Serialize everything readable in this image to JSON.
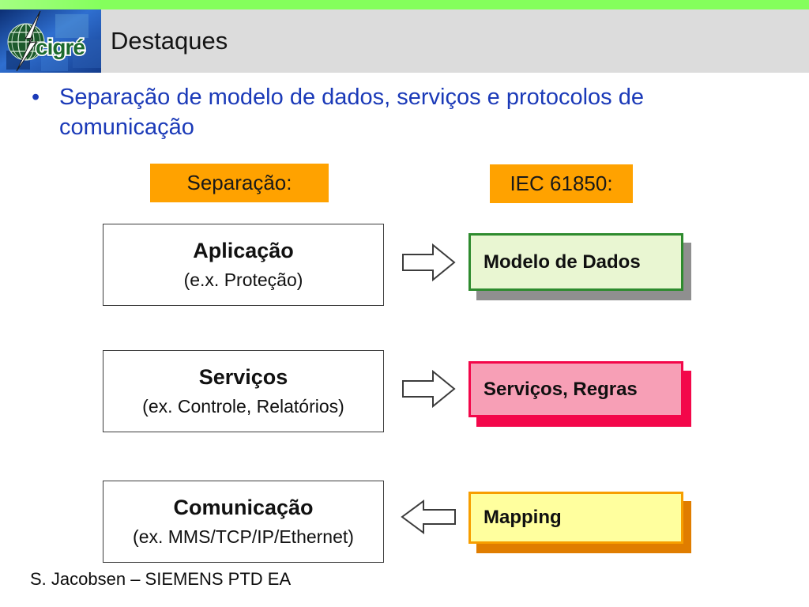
{
  "header": {
    "title": "Destaques",
    "logo_text": "cigré"
  },
  "bullet": {
    "marker": "•",
    "text_line1": "Separação de modelo de dados, serviços e protocolos de",
    "text_line2": "comunicação"
  },
  "labels": {
    "left": "Separação:",
    "right": "IEC 61850:"
  },
  "rows": [
    {
      "source_title": "Aplicação",
      "source_subtitle": "(e.x. Proteção)",
      "arrow": "right",
      "target_label": "Modelo de Dados",
      "target_fill": "#e9f6d2",
      "target_border": "#2e8b2e",
      "target_shadow": "#8f8f8f"
    },
    {
      "source_title": "Serviços",
      "source_subtitle": "(ex. Controle, Relatórios)",
      "arrow": "right",
      "target_label": "Serviços, Regras",
      "target_fill": "#f79fb6",
      "target_border": "#f3074a",
      "target_shadow": "#f3074a"
    },
    {
      "source_title": "Comunicação",
      "source_subtitle": "(ex. MMS/TCP/IP/Ethernet)",
      "arrow": "left",
      "target_label": "Mapping",
      "target_fill": "#ffff9e",
      "target_border": "#f79e00",
      "target_shadow": "#e07d00"
    }
  ],
  "footer": {
    "text": "S. Jacobsen – SIEMENS PTD EA"
  },
  "colors": {
    "top_bar_green": "#84ff5c",
    "header_gray": "#dcdcdc",
    "bullet_blue": "#1b3ab8",
    "label_orange": "#ffa200",
    "logo_blue": "#2f6fd0",
    "logo_green": "#1c6a2e"
  }
}
